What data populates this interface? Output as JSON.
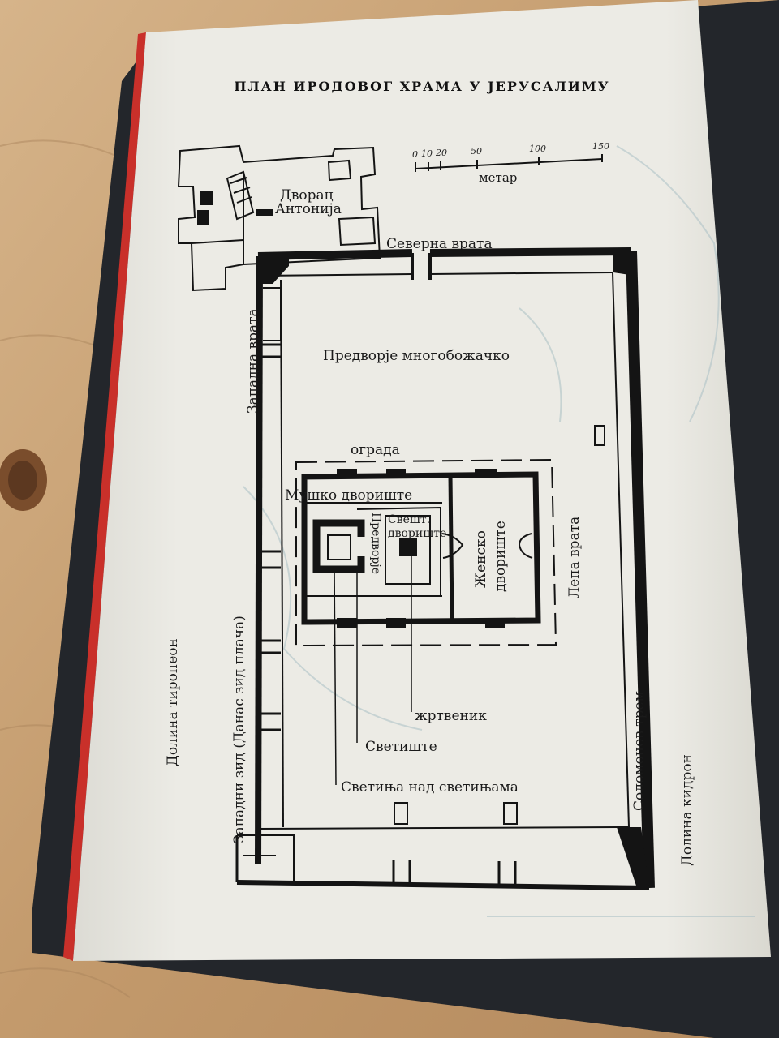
{
  "title": "ПЛАН ИРОДОВОГ ХРАМА У ЈЕРУСАЛИМУ",
  "scale": {
    "ticks": [
      "0",
      "10",
      "20",
      "50",
      "100",
      "150"
    ],
    "unit": "метар"
  },
  "labels": {
    "antonia": [
      "Дворац",
      "Антонија"
    ],
    "north_gate": "Северна врата",
    "west_gate": "Западна врата",
    "gentiles_court": "Предворје многобожачко",
    "fence": "ограда",
    "mens_court": "Мушко двориште",
    "vestibule": "Предворје",
    "priests_court": [
      "Свешт.",
      "двориште"
    ],
    "womens_court": [
      "Женско",
      "двориште"
    ],
    "beautiful_gate": "Лепа врата",
    "west_wall": "Западни зид (Данас зид плача)",
    "tyropoeon": "Долина тиропеон",
    "solomon_porch": "Соломонов трем",
    "kidron": "Долина кидрон",
    "altar": "жртвеник",
    "sanctuary": "Светиште",
    "holy_of_holies": "Светиња над светињама"
  },
  "colors": {
    "paper": "#ecebe5",
    "ink": "#141414",
    "page_edge": "#c9302a",
    "cover": "#23262b",
    "wood": "#c9a57a"
  }
}
